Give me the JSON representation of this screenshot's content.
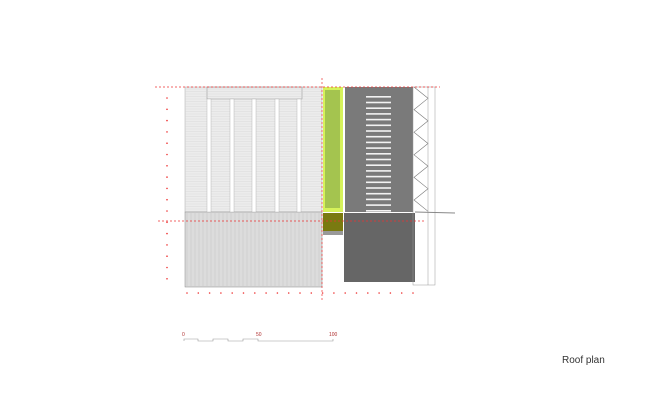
{
  "title": "Roof plan",
  "scale_bar": {
    "labels": [
      "0",
      "50",
      "100"
    ]
  },
  "colors": {
    "grid_line": "#e33",
    "roof_light": "#e6e6e6",
    "roof_dark": "#6b6b6b",
    "green_roof": "#d6f25a",
    "olive": "#7a7a10"
  }
}
